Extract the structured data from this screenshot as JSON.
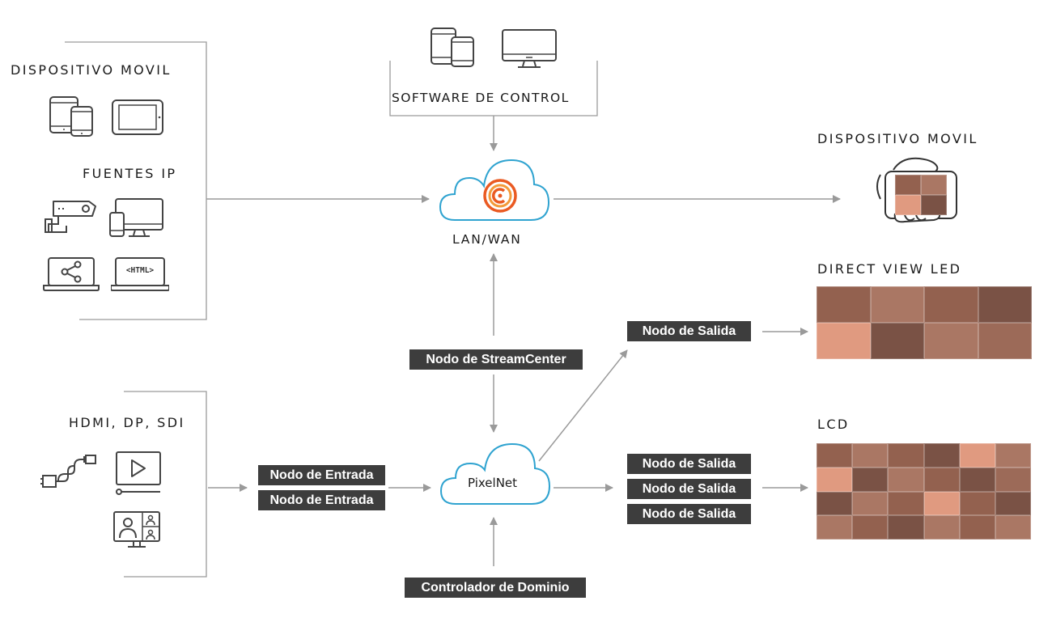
{
  "sources": {
    "mobile_title": "DISPOSITIVO MOVIL",
    "ip_title": "FUENTES IP",
    "html_badge": "<HTML>",
    "video_title": "HDMI, DP, SDI"
  },
  "control": {
    "title": "SOFTWARE DE CONTROL"
  },
  "network": {
    "lan_label": "LAN/WAN",
    "pixelnet_label": "PixelNet"
  },
  "nodes": {
    "streamcenter": "Nodo de StreamCenter",
    "input_1": "Nodo de Entrada",
    "input_2": "Nodo de Entrada",
    "output_led": "Nodo de Salida",
    "output_lcd_1": "Nodo de Salida",
    "output_lcd_2": "Nodo de Salida",
    "output_lcd_3": "Nodo de Salida",
    "domain_controller": "Controlador de Dominio"
  },
  "outputs": {
    "mobile_title": "DISPOSITIVO MOVIL",
    "led_title": "DIRECT VIEW LED",
    "lcd_title": "LCD"
  },
  "colors": {
    "box_fill": "#3d3d3d",
    "cloud_stroke": "#2fa3d0",
    "logo_orange": "#ea5a22",
    "arrow_gray": "#9a9a9a",
    "tile_palette": [
      "#93614f",
      "#aa7764",
      "#e09a80",
      "#7a5245",
      "#9c6a58"
    ]
  },
  "led_wall": {
    "cols": 4,
    "rows": 2,
    "tiles": [
      "#93614f",
      "#aa7764",
      "#93614f",
      "#7a5245",
      "#e09a80",
      "#7a5245",
      "#aa7764",
      "#9c6a58"
    ]
  },
  "lcd_wall": {
    "cols": 6,
    "rows": 4,
    "tiles": [
      "#93614f",
      "#aa7764",
      "#93614f",
      "#7a5245",
      "#e09a80",
      "#aa7764",
      "#e09a80",
      "#7a5245",
      "#aa7764",
      "#93614f",
      "#7a5245",
      "#9c6a58",
      "#7a5245",
      "#aa7764",
      "#93614f",
      "#e09a80",
      "#93614f",
      "#7a5245",
      "#aa7764",
      "#93614f",
      "#7a5245",
      "#aa7764",
      "#93614f",
      "#aa7764"
    ]
  },
  "phone_screen": {
    "cols": 2,
    "rows": 2,
    "tiles": [
      "#93614f",
      "#aa7764",
      "#e09a80",
      "#7a5245"
    ]
  }
}
